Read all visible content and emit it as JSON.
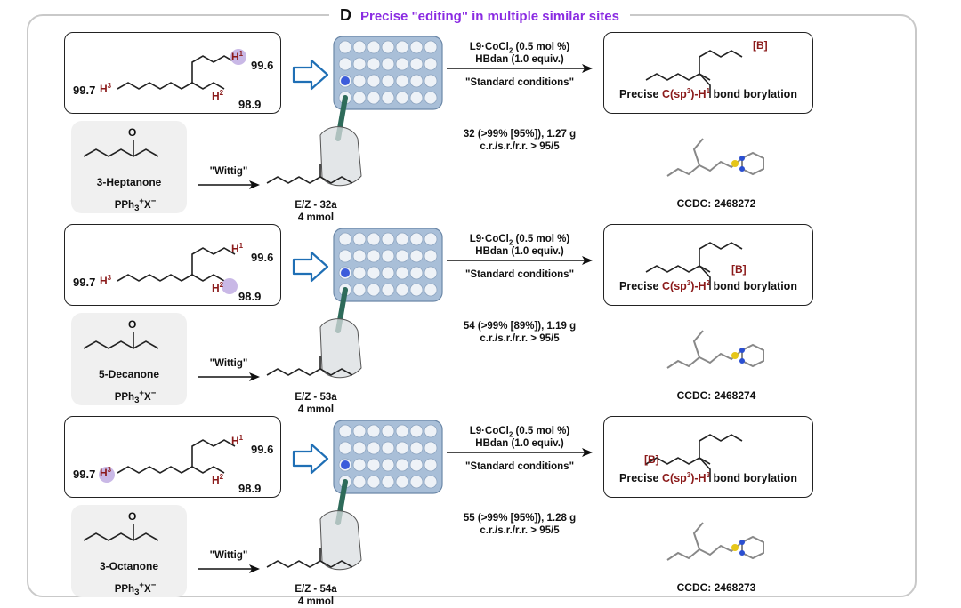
{
  "panel": {
    "letter": "D",
    "title": "Precise \"editing\" in multiple similar sites"
  },
  "rows": [
    {
      "values": [
        "99.7",
        "99.6",
        "98.9"
      ],
      "conditions": {
        "catalyst": "L9·CoCl",
        "catalyst_sub": "2",
        "catalyst_tail": " (0.5 mol %)",
        "reagent": "HBdan (1.0 equiv.)",
        "std": "\"Standard conditions\""
      },
      "product_label": "[B]",
      "caption": {
        "pre": "Precise ",
        "bond": "C(sp",
        "sup": "3",
        "bond2": ")-H",
        "hsup": "1",
        "post": " bond borylation"
      },
      "ketone": "3-Heptanone",
      "ylide": "PPh",
      "wittig": "\"Wittig\"",
      "ez": "E/Z - 32a",
      "scale": "4 mmol",
      "result": "32 (>99% [95%]), 1.27 g",
      "ratio": "c.r./s.r./r.r. > 95/5",
      "ccdc": "CCDC: 2468272"
    },
    {
      "values": [
        "99.7",
        "99.6",
        "98.9"
      ],
      "conditions": {
        "catalyst": "L9·CoCl",
        "catalyst_sub": "2",
        "catalyst_tail": " (0.5 mol %)",
        "reagent": "HBdan (1.0 equiv.)",
        "std": "\"Standard conditions\""
      },
      "product_label": "[B]",
      "caption": {
        "pre": "Precise ",
        "bond": "C(sp",
        "sup": "3",
        "bond2": ")-H",
        "hsup": "2",
        "post": " bond borylation"
      },
      "ketone": "5-Decanone",
      "ylide": "PPh",
      "wittig": "\"Wittig\"",
      "ez": "E/Z - 53a",
      "scale": "4 mmol",
      "result": "54 (>99% [89%]), 1.19 g",
      "ratio": "c.r./s.r./r.r. > 95/5",
      "ccdc": "CCDC: 2468274"
    },
    {
      "values": [
        "99.7",
        "99.6",
        "98.9"
      ],
      "conditions": {
        "catalyst": "L9·CoCl",
        "catalyst_sub": "2",
        "catalyst_tail": " (0.5 mol %)",
        "reagent": "HBdan (1.0 equiv.)",
        "std": "\"Standard conditions\""
      },
      "product_label": "[B]",
      "caption": {
        "pre": "Precise ",
        "bond": "C(sp",
        "sup": "3",
        "bond2": ")-H",
        "hsup": "3",
        "post": " bond borylation"
      },
      "ketone": "3-Octanone",
      "ylide": "PPh",
      "wittig": "\"Wittig\"",
      "ez": "E/Z - 54a",
      "scale": "4 mmol",
      "result": "55 (>99% [95%]), 1.28 g",
      "ratio": "c.r./s.r./r.r. > 95/5",
      "ccdc": "CCDC: 2468273"
    }
  ],
  "labels": {
    "h": "H",
    "h1": "1",
    "h2": "2",
    "h3": "3",
    "o": "O",
    "ph3": "3",
    "plus": "+",
    "x": "X",
    "minus": "−"
  },
  "colors": {
    "accent": "#8a2be2",
    "hydrogen": "#8b1a1a",
    "arrow": "#1f6fb5",
    "plate": "#a9bfd8",
    "highlight": "#c9b8e6"
  }
}
